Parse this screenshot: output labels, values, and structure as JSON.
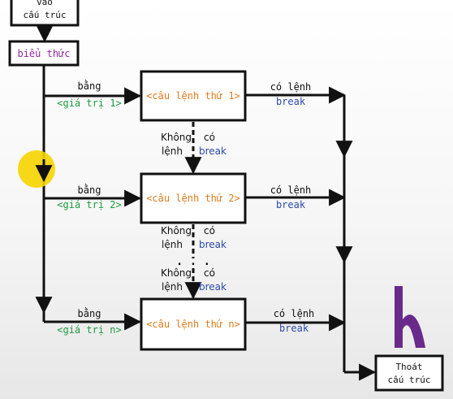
{
  "diagram": {
    "top_box": {
      "line1": "vào",
      "line2": "cấu trúc"
    },
    "expression_box": {
      "label": "biểu thức"
    },
    "cases": [
      {
        "eq_label": "bằng",
        "value_label": "<giá trị 1>",
        "statement": "<câu lệnh thứ 1>",
        "break_line1": "có lệnh",
        "break_line2": "break"
      },
      {
        "eq_label": "bằng",
        "value_label": "<giá trị 2>",
        "statement": "<câu lệnh thứ 2>",
        "break_line1": "có lệnh",
        "break_line2": "break"
      },
      {
        "eq_label": "bằng",
        "value_label": "<giá trị n>",
        "statement": "<câu lệnh thứ n>",
        "break_line1": "có lệnh",
        "break_line2": "break"
      }
    ],
    "no_break": [
      {
        "word1": "Không",
        "word2": "có",
        "word3": "lệnh",
        "word4": "break"
      },
      {
        "word1": "Không",
        "word2": "có",
        "word3": "lệnh",
        "word4": "break"
      },
      {
        "word1": "Không",
        "word2": "có",
        "word3": "lệnh",
        "word4": "break"
      }
    ],
    "ellipsis": ". . .",
    "exit_box": {
      "line1": "Thoát",
      "line2": "cấu trúc"
    },
    "colors": {
      "keyword": "#8a2a9c",
      "value": "#1d9a3c",
      "statement": "#e07a1c",
      "break": "#2b4aa8",
      "cursor": "#f5d400",
      "logo": "#6a2a8c"
    },
    "logo_icon": "h-logo-icon"
  }
}
